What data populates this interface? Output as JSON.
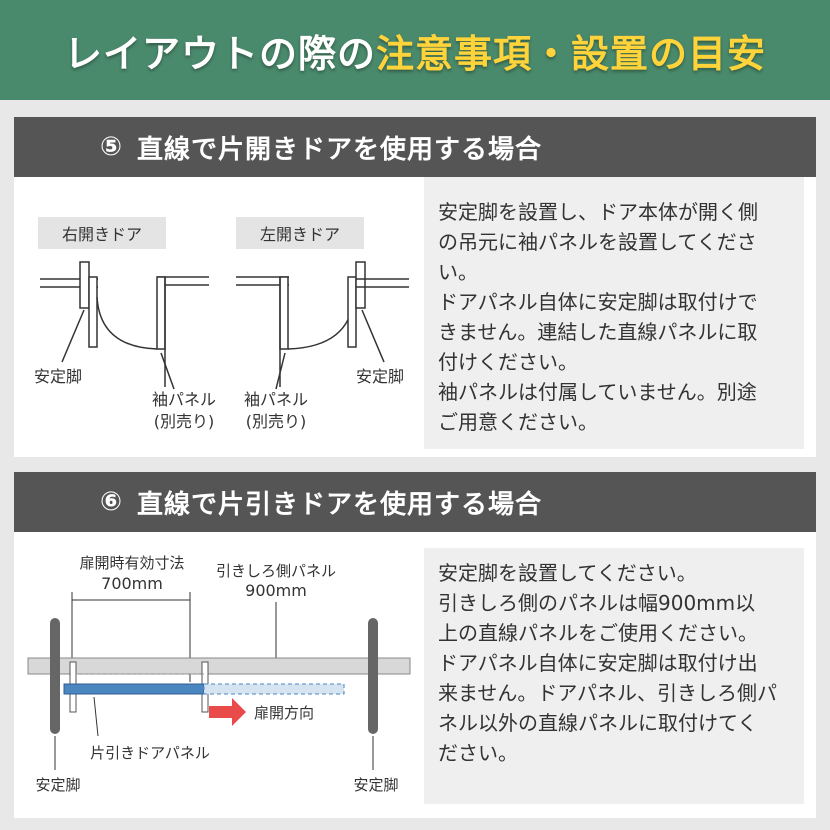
{
  "banner": {
    "title_plain": "レイアウトの際の",
    "title_accent": "注意事項・設置の目安",
    "bg_color": "#4a8a6c",
    "accent_color": "#ffd43b"
  },
  "section5": {
    "number": "⑤",
    "heading": "直線で片開きドアを使用する場合",
    "diagram": {
      "right_door_label": "右開きドア",
      "left_door_label": "左開きドア",
      "stand_label": "安定脚",
      "sleeve_panel_label": "袖パネル",
      "sold_separately_label": "(別売り)"
    },
    "notes": [
      "安定脚を設置し、ドア本体が開く側",
      "の吊元に袖パネルを設置してくださ",
      "い。",
      "ドアパネル自体に安定脚は取付けで",
      "きません。連結した直線パネルに取",
      "付けください。",
      "袖パネルは付属していません。別途",
      "ご用意ください。"
    ]
  },
  "section6": {
    "number": "⑥",
    "heading": "直線で片引きドアを使用する場合",
    "diagram": {
      "effective_width_label": "扉開時有効寸法",
      "effective_width_value": "700mm",
      "pull_side_panel_label": "引きしろ側パネル",
      "pull_side_panel_value": "900mm",
      "open_direction_label": "扉開方向",
      "sliding_door_panel_label": "片引きドアパネル",
      "stand_label_left": "安定脚",
      "stand_label_right": "安定脚",
      "door_color": "#4a86c0",
      "arrow_color": "#e94b4b"
    },
    "notes": [
      "安定脚を設置してください。",
      "引きしろ側のパネルは幅900mm以",
      "上の直線パネルをご使用ください。",
      "ドアパネル自体に安定脚は取付け出",
      "来ません。ドアパネル、引きしろ側パ",
      "ネル以外の直線パネルに取付けてく",
      "ださい。"
    ]
  }
}
